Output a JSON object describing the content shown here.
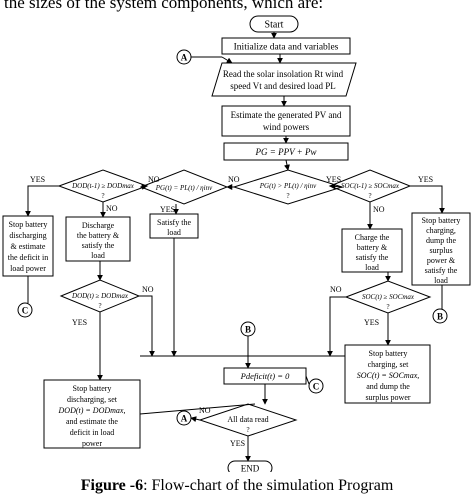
{
  "page": {
    "top_text": "the sizes of the system components, which are:",
    "caption_bold": "Figure -6",
    "caption_rest": ": Flow-chart of the simulation Program"
  },
  "flow": {
    "start": "Start",
    "init": "Initialize data and variables",
    "read_data": [
      "Read the solar insolation Rt wind",
      "speed Vt and desired load PL"
    ],
    "estimate": [
      "Estimate the generated PV and",
      "wind powers"
    ],
    "pg_sum": "PG = PPV + Pw",
    "dod_check": [
      "DOD(t-1) ≥ DODmax",
      "?"
    ],
    "equal_check": [
      "PG(t) = PL(t) / ηinv"
    ],
    "greater_check": [
      "PG(t) > PL(t) / ηinv",
      "?"
    ],
    "soc_check": [
      "SOC(t-1) ≥ SOCmax",
      "?"
    ],
    "stop_discharge_estimate": [
      "Stop battery",
      "discharging",
      "& estimate",
      "the deficit in",
      "load power"
    ],
    "discharge": [
      "Discharge",
      "the battery &",
      "satisfy the",
      "load"
    ],
    "satisfy": [
      "Satisfy the",
      "load"
    ],
    "charge": [
      "Charge the",
      "battery &",
      "satisfy the",
      "load"
    ],
    "stop_charge_dump": [
      "Stop battery",
      "charging,",
      "dump the",
      "surplus",
      "power &",
      "satisfy the",
      "load"
    ],
    "dod_check2": [
      "DOD(t) ≥ DODmax",
      "?"
    ],
    "soc_check2": [
      "SOC(t) ≥ SOCmax",
      "?"
    ],
    "stop_discharge_set": [
      "Stop battery",
      "discharging, set",
      "DOD(t) = DODmax,",
      "and estimate the",
      "deficit in load",
      "power"
    ],
    "stop_charge_set": [
      "Stop battery",
      "charging, set",
      "SOC(t) = SOCmax,",
      "and dump the",
      "surplus power"
    ],
    "deficit_zero": "Pdeficit(t) = 0",
    "all_read": [
      "All data read",
      "?"
    ],
    "end": "END",
    "yes": "YES",
    "no": "NO",
    "conn_a": "A",
    "conn_b": "B",
    "conn_c": "C"
  }
}
